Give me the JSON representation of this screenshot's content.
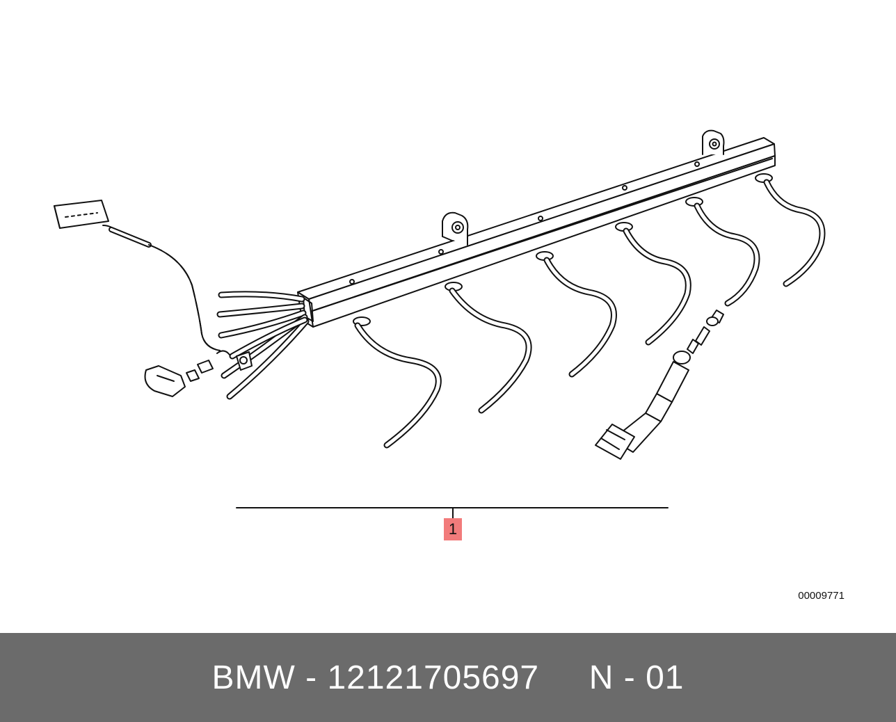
{
  "diagram": {
    "callout_number": "1",
    "drawing_number": "00009771"
  },
  "footer": {
    "text": "BMW - 12121705697     N - 01",
    "background_color": "#6b6b6b"
  },
  "callout": {
    "badge_color": "#f27b7b"
  }
}
